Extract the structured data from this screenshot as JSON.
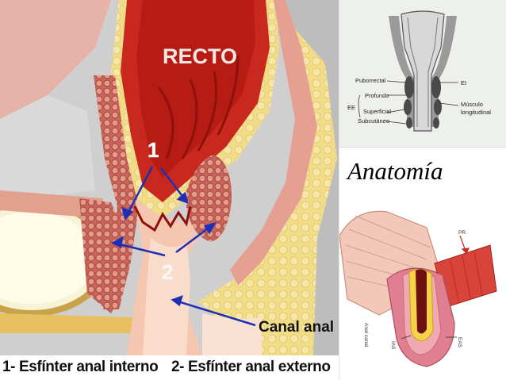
{
  "left_figure": {
    "organ_label": "RECTO",
    "number_1": "1",
    "number_2": "2",
    "canal_label": "Canal anal",
    "caption_1": "1- Esfínter anal interno",
    "caption_2": "2- Esfínter anal externo"
  },
  "top_right_figure": {
    "labels": {
      "puborrectal": "Puborrectal",
      "profundo": "Profundo",
      "ee": "EE",
      "superficial": "Superficial",
      "subcutaneo": "Subcutáneo",
      "ei": "EI",
      "musculo": "Músculo",
      "longitudinal": "longitudinal"
    }
  },
  "section_title": "Anatomía",
  "bottom_right_figure": {
    "labels": {
      "pr": "PR",
      "anal_canal": "Anal canal",
      "ias": "IAS",
      "eas": "EAS"
    }
  },
  "colors": {
    "rectum_red": "#c8281e",
    "sphincter_pink": "#d9857a",
    "fat_yellow": "#f3de8a",
    "arrow_blue": "#1f2fb5"
  }
}
